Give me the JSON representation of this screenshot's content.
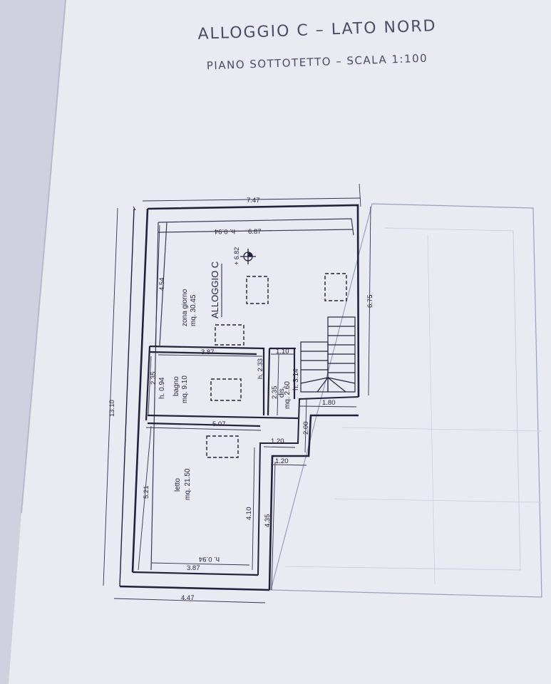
{
  "title": "ALLOGGIO C – LATO NORD",
  "subtitle": "PIANO SOTTOTETTO – SCALA 1:100",
  "unit_label": "ALLOGGIO C",
  "level_mark": "+ 6.82",
  "rooms": {
    "living": {
      "name": "zona giorno",
      "area": "mq. 30.45"
    },
    "bath": {
      "name": "bagno",
      "area": "mq. 9.10",
      "height": "h. 0.94"
    },
    "closet": {
      "name": "dis.",
      "area": "mq. 2.60",
      "height": "h. 3.14"
    },
    "bedroom": {
      "name": "letto",
      "area": "mq. 21.50"
    }
  },
  "dimensions": {
    "top_total": "7.47",
    "top_inner": "6.87",
    "top_height": "h. 0.94",
    "left_total": "13.10",
    "living_depth": "4.54",
    "right_upper": "6.75",
    "bath_width": "3.87",
    "closet_width": "1.10",
    "bath_depth": "2.35",
    "closet_h1": "h. 2.33",
    "closet_h2": "2.35",
    "stair_width": "1.80",
    "step_2": "2.00",
    "bed_width": "5.07",
    "step_120a": "1.20",
    "step_120b": "1.20",
    "bed_depth": "5.21",
    "inner_4_10": "4.10",
    "outer_4_35": "4.35",
    "bottom_inner": "3.87",
    "bottom_height": "h. 0.94",
    "bottom_total": "4.47"
  }
}
